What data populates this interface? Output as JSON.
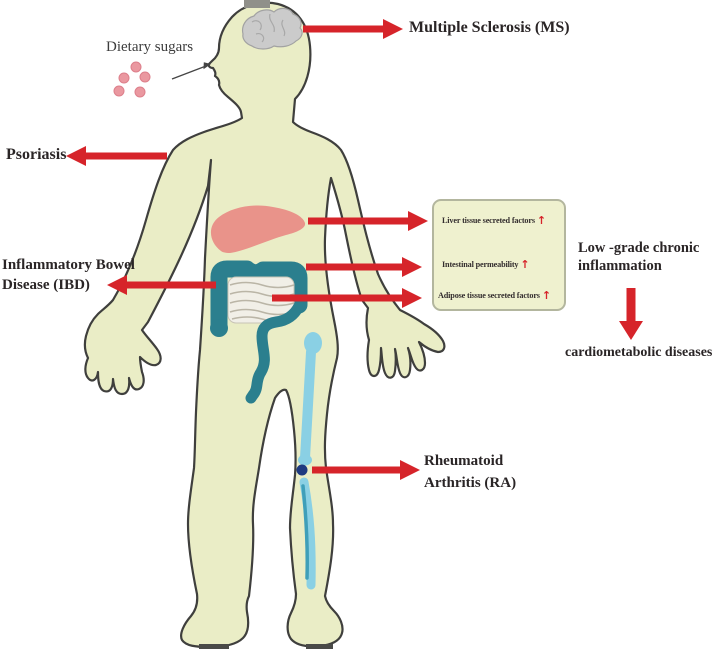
{
  "figure": {
    "type": "scientific-diagram",
    "annotations": {
      "dietary_sugars": "Dietary sugars",
      "multiple_sclerosis": "Multiple Sclerosis (MS)",
      "psoriasis": "Psoriasis",
      "ibd_line1": "Inflammatory Bowel",
      "ibd_line2": "Disease (IBD)",
      "ra_line1": "Rheumatoid",
      "ra_line2": "Arthritis (RA)",
      "chronic_line1": "Low -grade chronic",
      "chronic_line2": "inflammation",
      "cardiometabolic": "cardiometabolic diseases"
    },
    "factor_box": {
      "items": [
        {
          "label": "Liver tissue secreted factors",
          "arrow": "↑"
        },
        {
          "label": "Intestinal permeability",
          "arrow": "↑"
        },
        {
          "label": "Adipose tissue secreted factors",
          "arrow": "↑"
        }
      ]
    },
    "colors": {
      "arrow_red": "#d6242a",
      "body_fill": "#eaedc6",
      "body_outline": "#3f3f3d",
      "liver_pink": "#e9938a",
      "intestine_teal": "#2b7f8e",
      "bone_blue": "#8ad0e4",
      "bone_accent": "#3f9fb9",
      "knee_dot_navy": "#1e3a80",
      "brain_gray": "#cbcbcb",
      "sugar_dot_pink": "#ea98a0",
      "box_fill": "#eff1cf",
      "box_border": "#b3b69e",
      "text_dark": "#2a2526"
    }
  }
}
